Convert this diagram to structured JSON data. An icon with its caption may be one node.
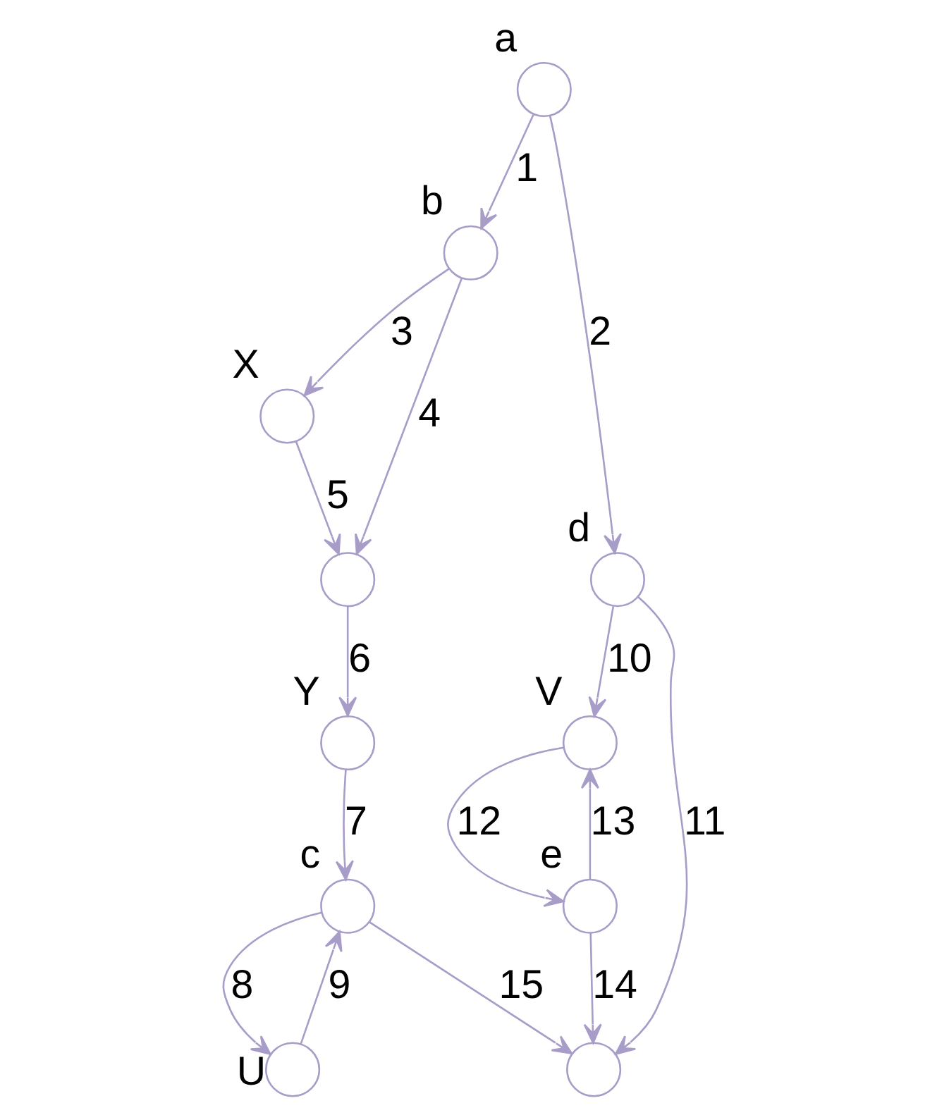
{
  "diagram": {
    "nodes": [
      {
        "text": [],
        "shape": "circle",
        "beside": [
          "a"
        ]
      },
      {
        "text": [],
        "shape": "circle",
        "beside": [
          "b"
        ]
      },
      {
        "text": [],
        "shape": "circle",
        "beside": [
          "d"
        ]
      },
      {
        "text": [],
        "shape": "circle",
        "beside": [
          "X"
        ]
      },
      {
        "text": [],
        "shape": "circle"
      },
      {
        "text": [],
        "shape": "circle",
        "beside": [
          "V"
        ]
      },
      {
        "text": [],
        "shape": "circle",
        "beside": [
          "Y"
        ]
      },
      {
        "text": [],
        "shape": "circle",
        "beside": [
          "e"
        ]
      },
      {
        "text": [],
        "shape": "circle",
        "beside": [
          "c"
        ]
      },
      {
        "text": [],
        "shape": "circle",
        "beside": [
          "U"
        ]
      },
      {
        "text": [],
        "shape": "circle"
      }
    ],
    "edges": [
      {
        "from": 0,
        "to": 1,
        "arrow": "to",
        "label": "1"
      },
      {
        "from": 0,
        "to": 2,
        "arrow": "to",
        "label": "2"
      },
      {
        "from": 1,
        "to": 3,
        "arrow": "to",
        "label": "3"
      },
      {
        "from": 1,
        "to": 4,
        "arrow": "to",
        "label": "4"
      },
      {
        "from": 3,
        "to": 4,
        "arrow": "to",
        "label": "5"
      },
      {
        "from": 4,
        "to": 6,
        "arrow": "to",
        "label": "6"
      },
      {
        "from": 6,
        "to": 8,
        "arrow": "to",
        "label": "7"
      },
      {
        "from": 8,
        "to": 9,
        "arrow": "to",
        "label": "8"
      },
      {
        "from": 9,
        "to": 8,
        "arrow": "to",
        "label": "9"
      },
      {
        "from": 2,
        "to": 5,
        "arrow": "to",
        "label": "10"
      },
      {
        "from": 2,
        "to": 10,
        "arrow": "to",
        "label": "11"
      },
      {
        "from": 5,
        "to": 7,
        "arrow": "to",
        "label": "12"
      },
      {
        "from": 7,
        "to": 5,
        "arrow": "to",
        "label": "13"
      },
      {
        "from": 7,
        "to": 10,
        "arrow": "to",
        "label": "14"
      },
      {
        "from": 8,
        "to": 10,
        "arrow": "to",
        "label": "15"
      }
    ]
  }
}
